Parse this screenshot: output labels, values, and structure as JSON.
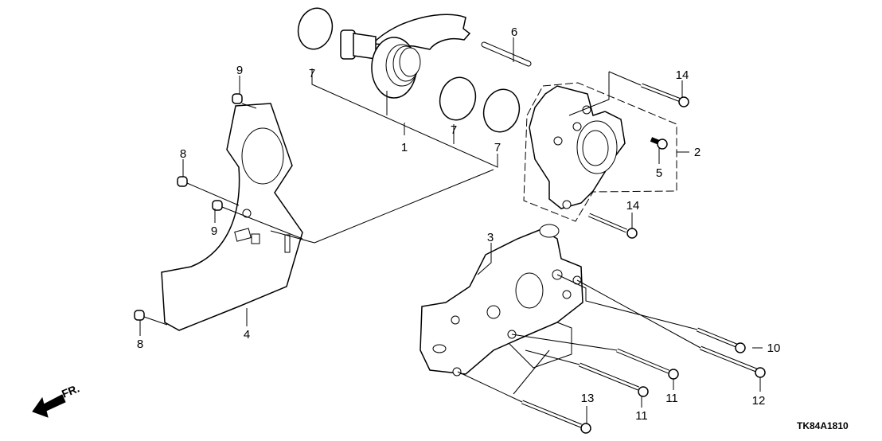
{
  "diagram": {
    "type": "exploded-parts-view",
    "diagram_code": "TK84A1810",
    "direction_label": "FR.",
    "callouts": [
      {
        "id": "c1",
        "label": "1"
      },
      {
        "id": "c2",
        "label": "2"
      },
      {
        "id": "c3",
        "label": "3"
      },
      {
        "id": "c4",
        "label": "4"
      },
      {
        "id": "c5",
        "label": "5"
      },
      {
        "id": "c6",
        "label": "6"
      },
      {
        "id": "c7a",
        "label": "7"
      },
      {
        "id": "c7b",
        "label": "7"
      },
      {
        "id": "c7c",
        "label": "7"
      },
      {
        "id": "c8a",
        "label": "8"
      },
      {
        "id": "c8b",
        "label": "8"
      },
      {
        "id": "c9a",
        "label": "9"
      },
      {
        "id": "c9b",
        "label": "9"
      },
      {
        "id": "c10",
        "label": "10"
      },
      {
        "id": "c11a",
        "label": "11"
      },
      {
        "id": "c11b",
        "label": "11"
      },
      {
        "id": "c12",
        "label": "12"
      },
      {
        "id": "c13",
        "label": "13"
      },
      {
        "id": "c14a",
        "label": "14"
      },
      {
        "id": "c14b",
        "label": "14"
      }
    ]
  }
}
